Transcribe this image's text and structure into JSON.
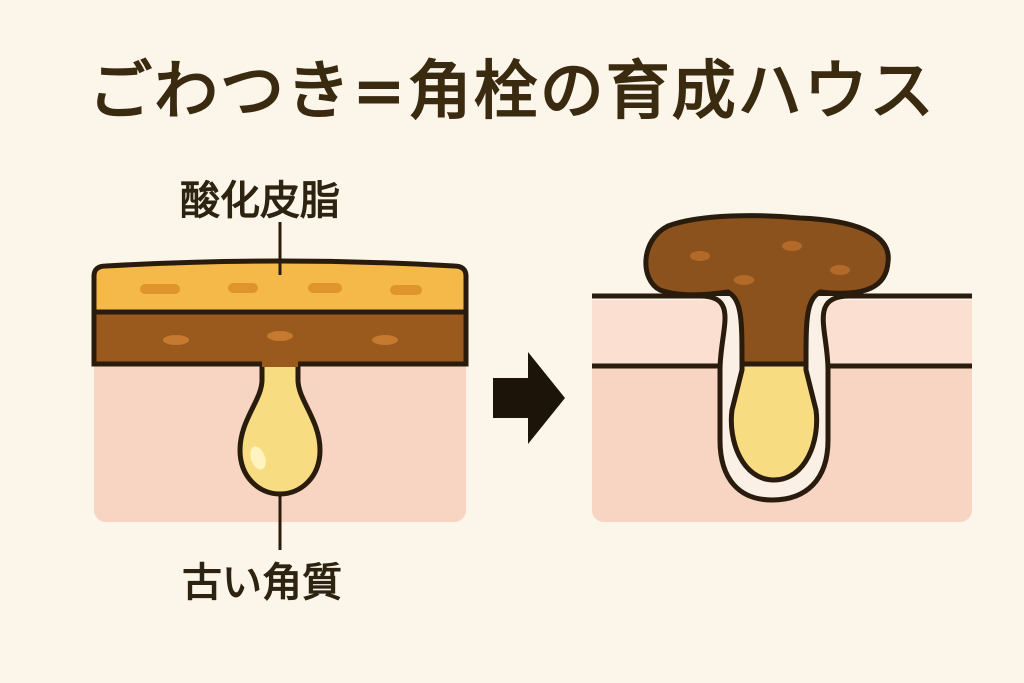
{
  "title": "ごわつき=角栓の育成ハウス",
  "labels": {
    "top": "酸化皮脂",
    "bottom": "古い角質"
  },
  "colors": {
    "background": "#fbf5ea",
    "sebum_layer": "#f5b94a",
    "keratin_layer": "#9a5a1e",
    "skin": "#f8d4c2",
    "skin_upper": "#fbe0d2",
    "plug": "#8c521d",
    "gland": "#f7dc82",
    "outline": "#2a1c0c"
  },
  "icons": {
    "arrow": "arrow-right-icon"
  }
}
